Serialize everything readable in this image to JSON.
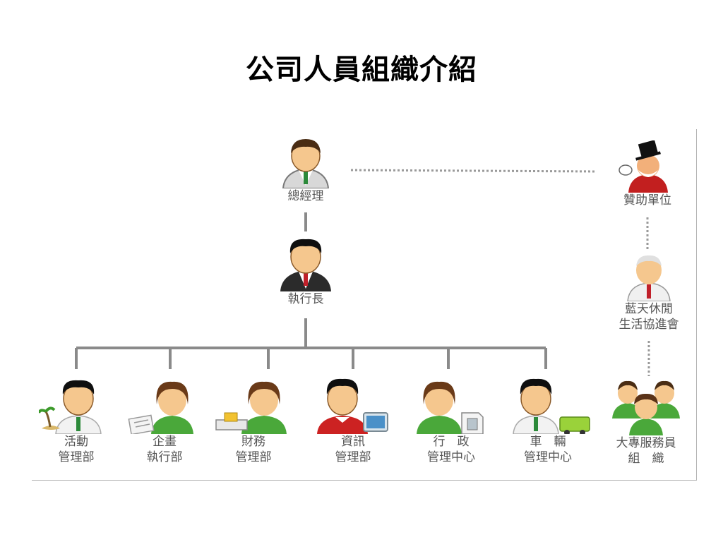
{
  "title": "公司人員組織介紹",
  "nodes": {
    "general_manager": {
      "label": "總經理"
    },
    "ceo": {
      "label": "執行長"
    },
    "sponsor": {
      "label": "贊助單位"
    },
    "association": {
      "label_1": "藍天休閒",
      "label_2": "生活協進會"
    },
    "students": {
      "label_1": "大專服務員",
      "label_2": "組　織"
    },
    "departments": [
      {
        "line1": "活動",
        "line2": "管理部"
      },
      {
        "line1": "企畫",
        "line2": "執行部"
      },
      {
        "line1": "財務",
        "line2": "管理部"
      },
      {
        "line1": "資訊",
        "line2": "管理部"
      },
      {
        "line1": "行　政",
        "line2": "管理中心"
      },
      {
        "line1": "車　輛",
        "line2": "管理中心"
      }
    ]
  },
  "icons": {
    "person_male": "person-male-icon",
    "person_female": "person-female-icon",
    "gentleman": "top-hat-gentleman-icon",
    "group": "group-icon"
  }
}
